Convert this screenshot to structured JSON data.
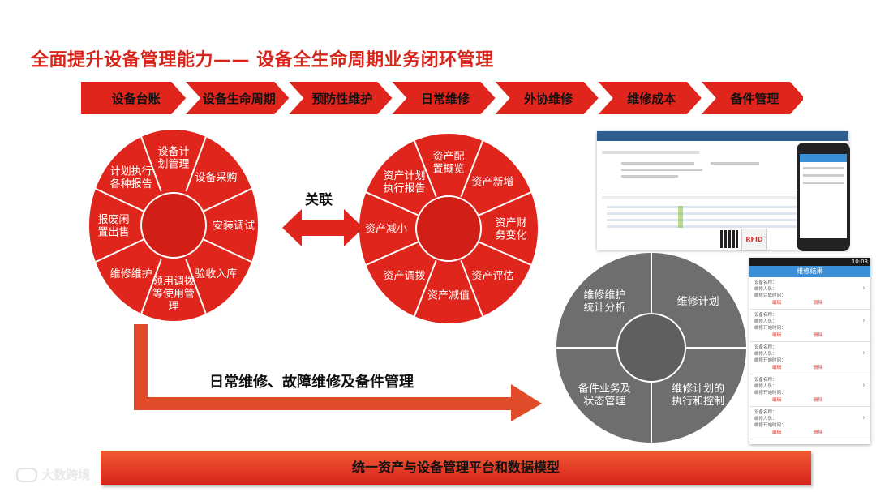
{
  "title": "全面提升设备管理能力—— 设备全生命周期业务闭环管理",
  "steps": [
    "设备台账",
    "设备生命周期",
    "预防性维护",
    "日常维修",
    "外协维修",
    "维修成本",
    "备件管理"
  ],
  "wheel1": {
    "segments": [
      "设备计\n划管理",
      "设备采购",
      "安装调试",
      "验收入库",
      "领用调拨\n等使用管\n理",
      "维修维护",
      "报废闲\n置出售",
      "计划执行\n各种报告"
    ]
  },
  "link_label": "关联",
  "wheel2": {
    "segments": [
      "资产配\n置概览",
      "资产新增",
      "资产财\n务变化",
      "资产评估",
      "资产减值",
      "资产调拨",
      "资产减小",
      "资产计划\n执行报告"
    ]
  },
  "wheel3": {
    "segments": [
      "维修计划",
      "维修计划的\n执行和控制",
      "备件业务及\n状态管理",
      "维修维护\n统计分析"
    ]
  },
  "flow_label": "日常维修、故障维修及备件管理",
  "platform_label": "统一资产与设备管理平台和数据模型",
  "rfid_label": "RFID",
  "watermark": "大数跨境",
  "phone_app": {
    "time": "10:03",
    "header": "维修结果",
    "records": [
      {
        "r1": "设备名称：",
        "r2": "维修人员：",
        "r3": "维修完成时间：",
        "a": "编辑",
        "b": "删除"
      },
      {
        "r1": "设备名称：",
        "r2": "维修人员：",
        "r3": "维修开始时间：",
        "a": "编辑",
        "b": "删除"
      },
      {
        "r1": "设备名称：",
        "r2": "维修人员：",
        "r3": "维修开始时间：",
        "a": "编辑",
        "b": "删除"
      },
      {
        "r1": "设备名称：",
        "r2": "维修人员：",
        "r3": "维修开始时间：",
        "a": "编辑",
        "b": "删除"
      },
      {
        "r1": "设备名称：",
        "r2": "维修人员：",
        "r3": "维修开始时间：",
        "a": "编辑",
        "b": "删除"
      }
    ]
  },
  "colors": {
    "red": "#e0261c",
    "red_dark": "#b71914",
    "gray": "#6e6e6e",
    "gray_dark": "#4e4e4e",
    "blue": "#3b8fd6"
  }
}
